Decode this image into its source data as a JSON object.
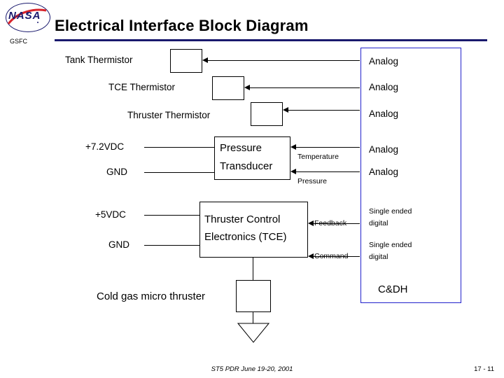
{
  "header": {
    "logo_text": "NASA",
    "center_abbrev": "GSFC",
    "title": "Electrical Interface Block Diagram"
  },
  "diagram": {
    "sensor_rows": [
      {
        "label": "Tank Thermistor",
        "signal": "Analog"
      },
      {
        "label": "TCE Thermistor",
        "signal": "Analog"
      },
      {
        "label": "Thruster Thermistor",
        "signal": "Analog"
      }
    ],
    "power_labels": {
      "pt_power": "+7.2VDC",
      "pt_ground": "GND",
      "tce_power": "+5VDC",
      "tce_ground": "GND"
    },
    "pressure_transducer": {
      "line1": "Pressure",
      "line2": "Transducer",
      "out1_label": "Temperature",
      "out1_signal": "Analog",
      "out2_label": "Pressure",
      "out2_signal": "Analog"
    },
    "tce": {
      "line1": "Thruster Control",
      "line2": "Electronics (TCE)",
      "out1_label": "Feedback",
      "out1_signal_line1": "Single ended",
      "out1_signal_line2": "digital",
      "out2_label": "Command",
      "out2_signal_line1": "Single ended",
      "out2_signal_line2": "digital"
    },
    "thruster_label": "Cold gas micro thruster",
    "cdh_label": "C&DH"
  },
  "footer": {
    "center": "ST5 PDR June 19-20, 2001",
    "page": "17 - 11"
  },
  "colors": {
    "nasa_blue": "#1a1a6e",
    "cdh_border": "#2222cc",
    "line": "#000000"
  }
}
